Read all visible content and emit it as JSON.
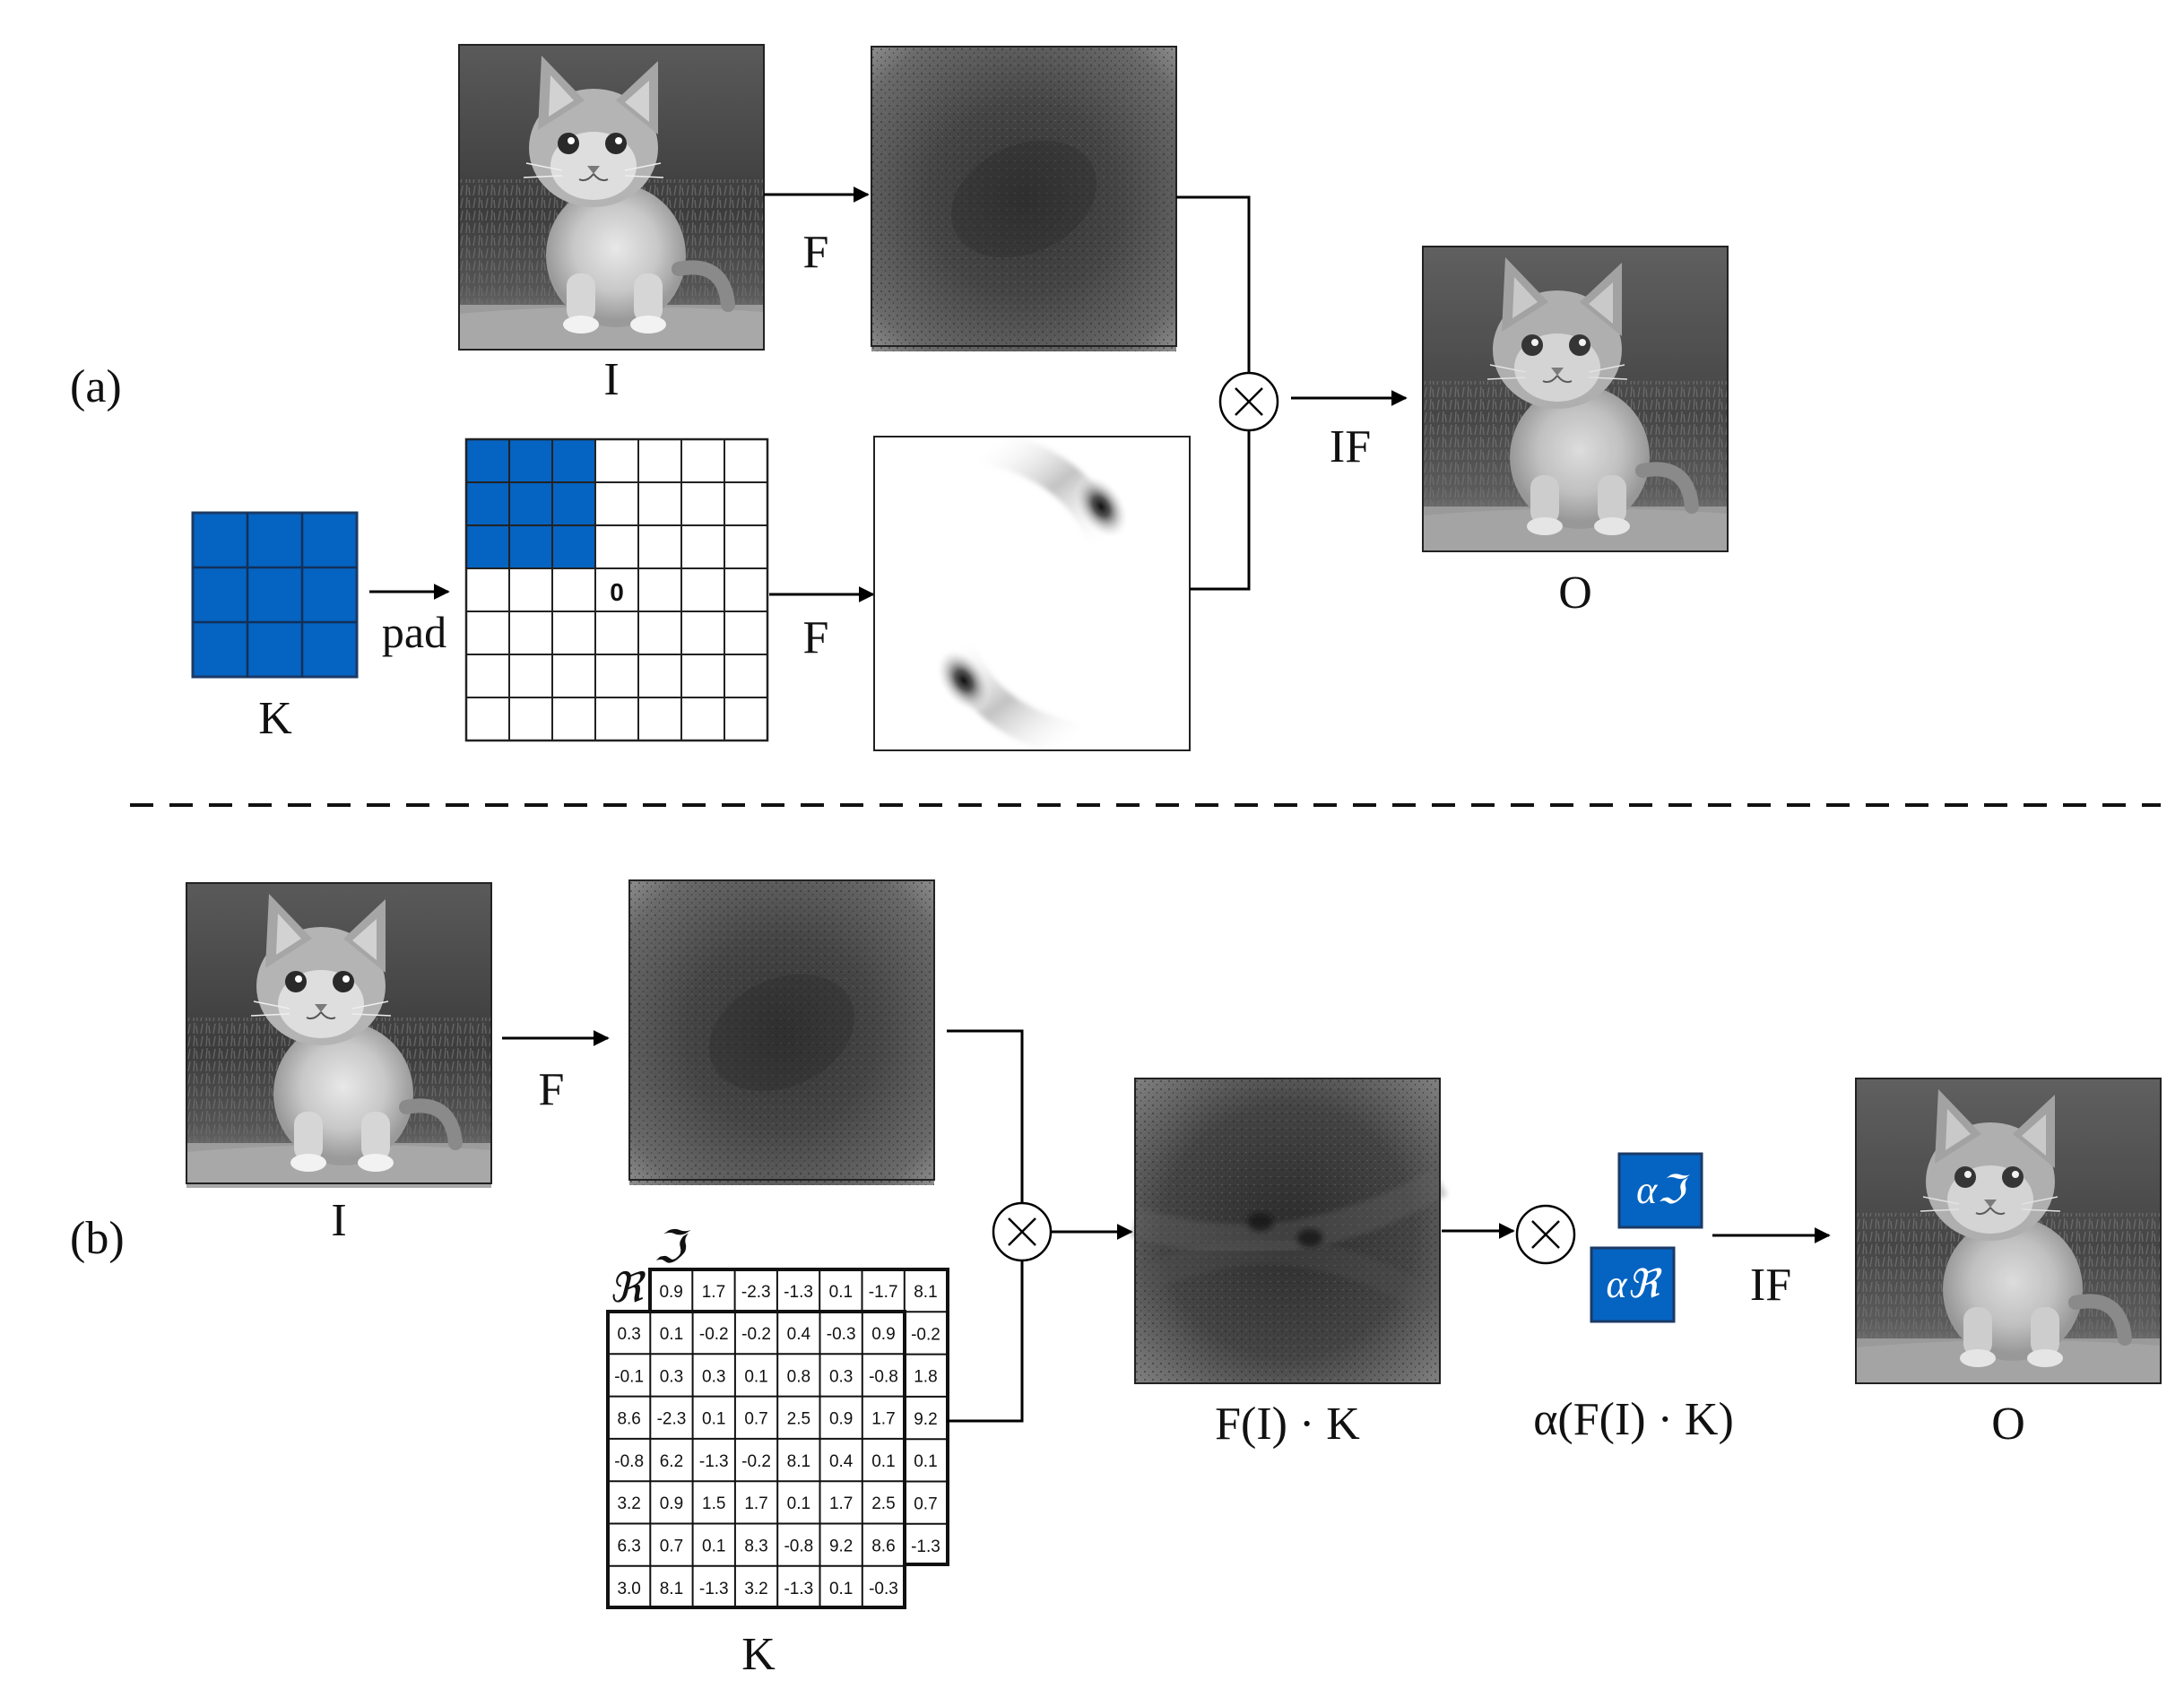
{
  "part_a": {
    "label": "(a)",
    "input_label": "I",
    "fourier_label_top": "F",
    "kernel_label": "K",
    "pad_label": "pad",
    "pad_zero": "0",
    "fourier_label_kernel": "F",
    "inverse_label": "IF",
    "output_label": "O"
  },
  "part_b": {
    "label": "(b)",
    "input_label": "I",
    "fourier_label": "F",
    "real_symbol": "ℜ",
    "imag_symbol": "ℑ",
    "kernel_label": "K",
    "real_grid": [
      [
        "0.3",
        "0.1",
        "-0.2",
        "-0.2",
        "0.4",
        "-0.3",
        "0.9"
      ],
      [
        "-0.1",
        "0.3",
        "0.3",
        "0.1",
        "0.8",
        "0.3",
        "-0.8"
      ],
      [
        "8.6",
        "-2.3",
        "0.1",
        "0.7",
        "2.5",
        "0.9",
        "1.7"
      ],
      [
        "-0.8",
        "6.2",
        "-1.3",
        "-0.2",
        "8.1",
        "0.4",
        "0.1"
      ],
      [
        "3.2",
        "0.9",
        "1.5",
        "1.7",
        "0.1",
        "1.7",
        "2.5"
      ],
      [
        "6.3",
        "0.7",
        "0.1",
        "8.3",
        "-0.8",
        "9.2",
        "8.6"
      ],
      [
        "3.0",
        "8.1",
        "-1.3",
        "3.2",
        "-1.3",
        "0.1",
        "-0.3"
      ]
    ],
    "imag_top_row": [
      "0.9",
      "1.7",
      "-2.3",
      "-1.3",
      "0.1",
      "-1.7",
      "8.1"
    ],
    "imag_right_col": [
      "-0.2",
      "1.8",
      "9.2",
      "0.1",
      "0.7",
      "-1.3"
    ],
    "product_label": "F(I) · K",
    "alpha_imag": "αℑ",
    "alpha_real": "αℜ",
    "alpha_label": "α(F(I) · K)",
    "inverse_label": "IF",
    "output_label": "O"
  },
  "colors": {
    "kernel_blue": "#0563C1",
    "line": "#000000"
  },
  "icons": {
    "multiply": "circled-times-icon",
    "arrow": "arrow-right-icon"
  }
}
